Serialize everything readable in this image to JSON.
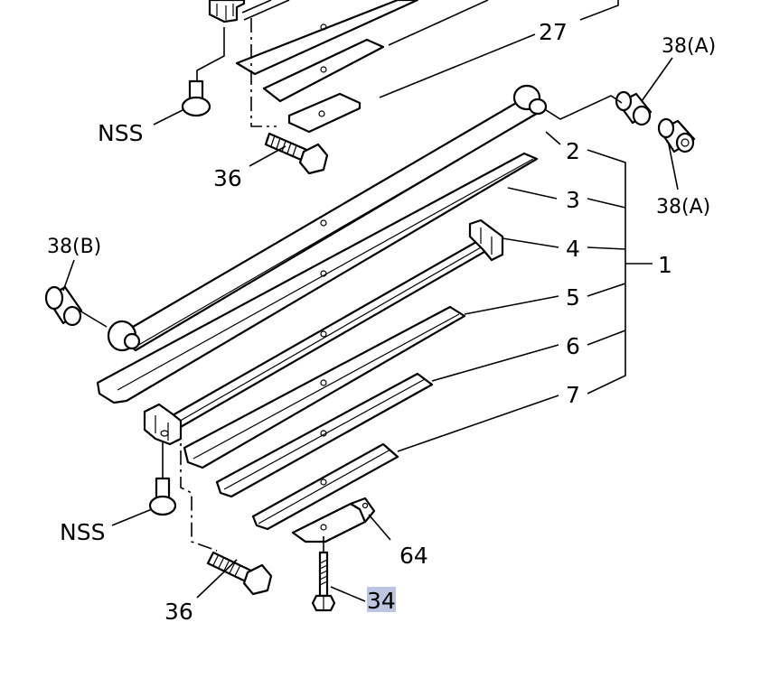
{
  "labels": {
    "l27": "27",
    "l38a_top": "38(A)",
    "l38a_mid": "38(A)",
    "l38b": "38(B)",
    "nss_top": "NSS",
    "nss_bottom": "NSS",
    "l36_top": "36",
    "l36_bottom": "36",
    "l2": "2",
    "l3": "3",
    "l4": "4",
    "l5": "5",
    "l6": "6",
    "l7": "7",
    "l1": "1",
    "l64": "64",
    "l34": "34"
  },
  "colors": {
    "line": "#000000",
    "background": "#ffffff",
    "highlight": "#bcc6e0"
  }
}
